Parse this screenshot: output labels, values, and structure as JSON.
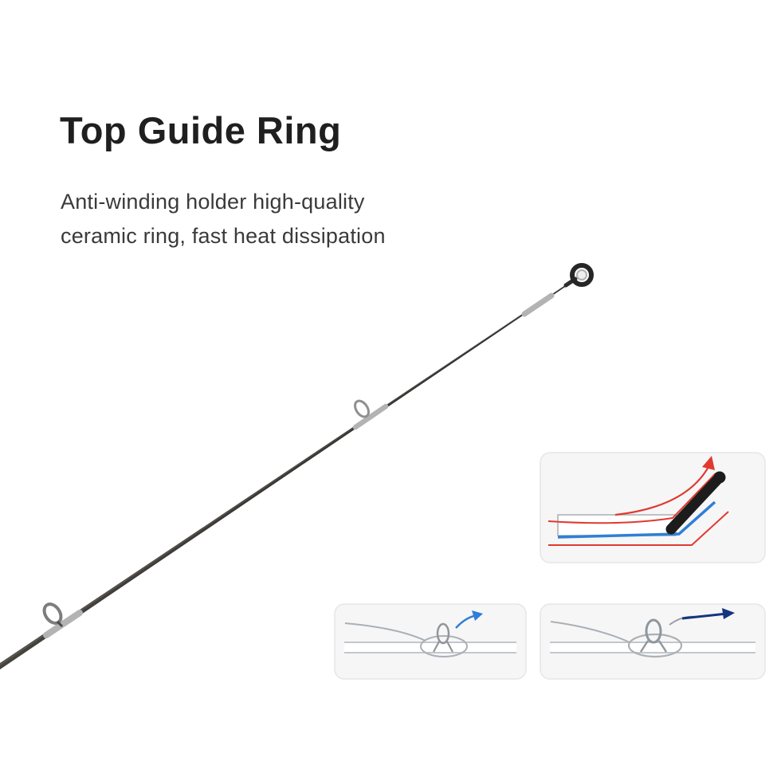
{
  "header": {
    "title": "Top Guide Ring",
    "subtitle_line1": "Anti-winding holder high-quality",
    "subtitle_line2": "ceramic ring, fast heat dissipation"
  },
  "diagrams": {
    "top_right": "guide-frame-line-flow-diagram",
    "bottom_left": "line-loop-release-diagram",
    "bottom_right": "line-loop-release-diagram"
  },
  "colors": {
    "background": "#ffffff",
    "title_text": "#1f1f1f",
    "subtitle_text": "#3a3a3a",
    "rod_dark": "#3b3936",
    "guide_metal": "#b3b3b3",
    "guide_ring_black": "#262626",
    "inset_background": "#f6f6f7",
    "inset_border": "#e6e6e8",
    "diagram_line_gray": "#aab0b5",
    "diagram_guide_gray": "#8f969c",
    "diagram_frame_black": "#1c1c1c",
    "arrow_red": "#e03a2f",
    "arrow_blue": "#2f7fd6",
    "arrow_navy": "#15357f"
  }
}
